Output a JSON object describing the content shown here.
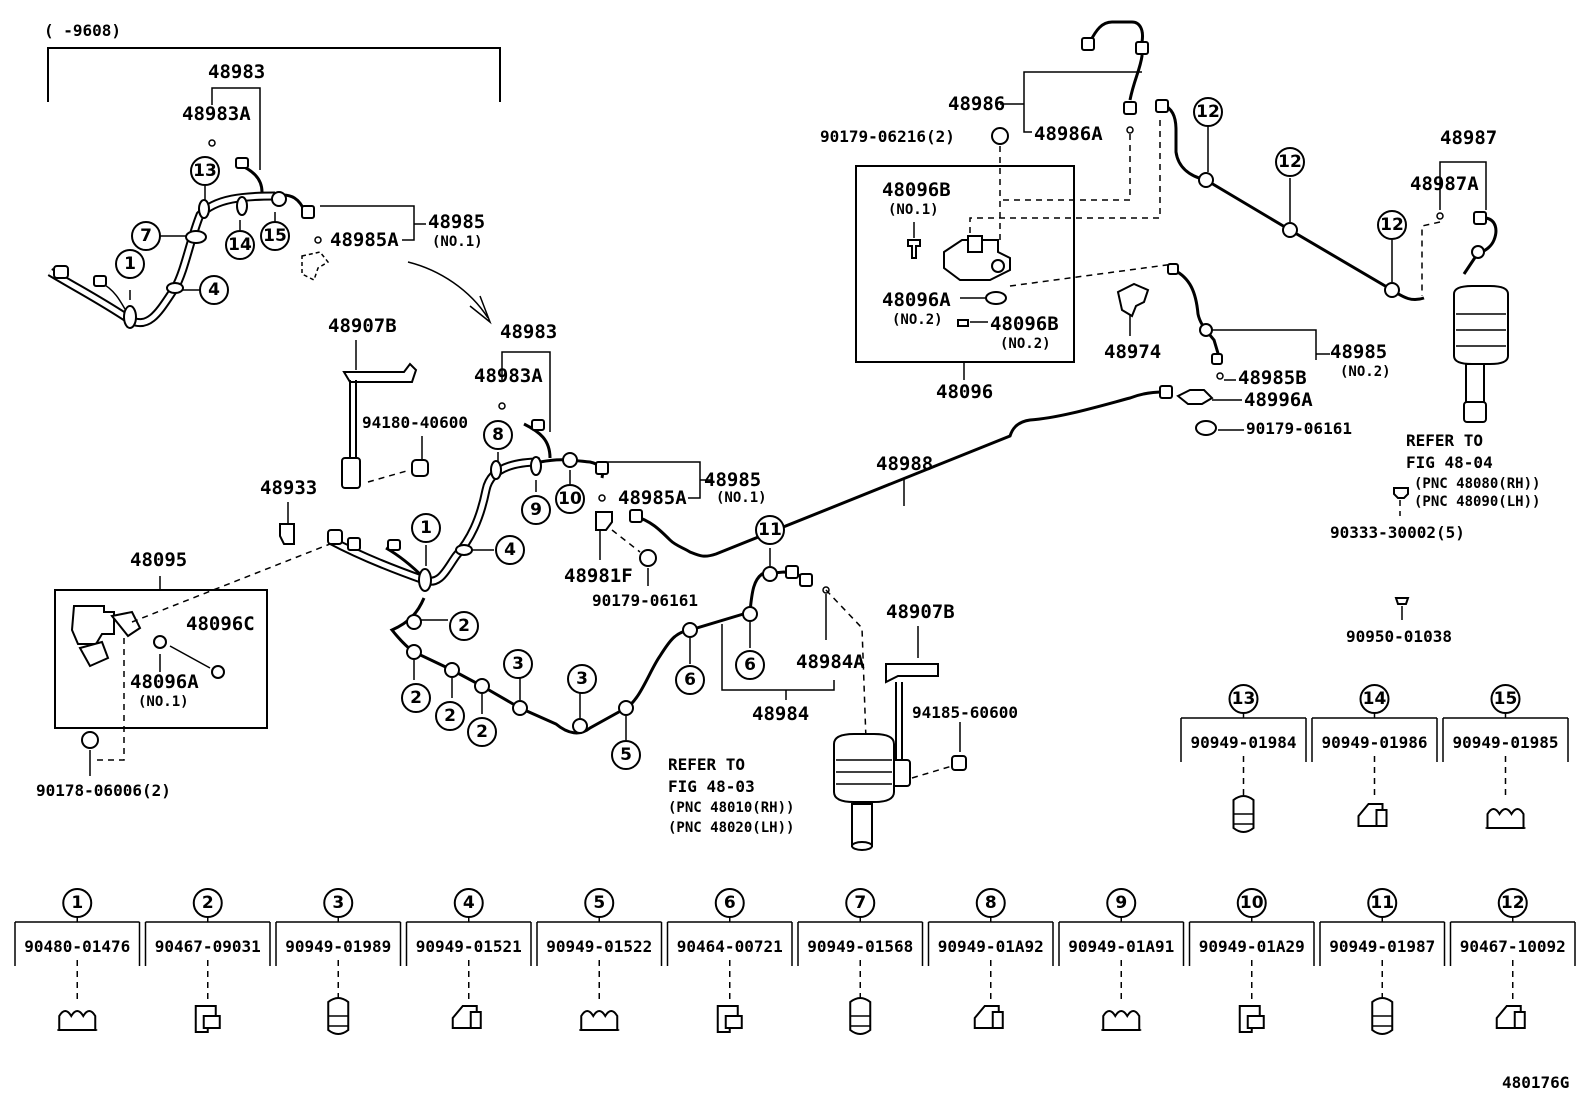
{
  "diagram_code": "480176G",
  "date_range": "(      -9608)",
  "upper_left": {
    "group": "48983",
    "hose_a": "48983A",
    "hose_group": "48985",
    "hose_group_note": "(NO.1)",
    "hose_a2": "48985A"
  },
  "labels": {
    "p48907B_1": "48907B",
    "p94180": "94180-40600",
    "p48933": "48933",
    "p48983": "48983",
    "p48983A": "48983A",
    "p48985": "48985",
    "p48985_no1": "(NO.1)",
    "p48985A": "48985A",
    "p48981F": "48981F",
    "p90179_a": "90179-06161",
    "p48095": "48095",
    "p48096C": "48096C",
    "p48096A_1": "48096A",
    "p48096A_1_note": "(NO.1)",
    "p90178": "90178-06006(2)",
    "p48988": "48988",
    "p48984A": "48984A",
    "p48984": "48984",
    "p48907B_2": "48907B",
    "p94185": "94185-60600",
    "ref_front_1": "REFER TO",
    "ref_front_2": "FIG 48-03",
    "ref_front_3": "(PNC 48010(RH))",
    "ref_front_4": "(PNC 48020(LH))",
    "p48986": "48986",
    "p48986A": "48986A",
    "p90179_06216": "90179-06216(2)",
    "p48096B_1": "48096B",
    "p48096B_1_note": "(NO.1)",
    "p48096A_2": "48096A",
    "p48096A_2_note": "(NO.2)",
    "p48096B_2": "48096B",
    "p48096B_2_note": "(NO.2)",
    "p48096": "48096",
    "p48974": "48974",
    "p48985_2": "48985",
    "p48985_no2": "(NO.2)",
    "p48985B": "48985B",
    "p48996A": "48996A",
    "p90179_b": "90179-06161",
    "p48987": "48987",
    "p48987A": "48987A",
    "ref_rear_1": "REFER TO",
    "ref_rear_2": "FIG 48-04",
    "ref_rear_3": "(PNC 48080(RH))",
    "ref_rear_4": "(PNC 48090(LH))",
    "p90333": "90333-30002(5)",
    "p90950": "90950-01038"
  },
  "clamps_top": [
    {
      "num": "13",
      "part": "90949-01984"
    },
    {
      "num": "14",
      "part": "90949-01986"
    },
    {
      "num": "15",
      "part": "90949-01985"
    }
  ],
  "clamps_bottom": [
    {
      "num": "1",
      "part": "90480-01476"
    },
    {
      "num": "2",
      "part": "90467-09031"
    },
    {
      "num": "3",
      "part": "90949-01989"
    },
    {
      "num": "4",
      "part": "90949-01521"
    },
    {
      "num": "5",
      "part": "90949-01522"
    },
    {
      "num": "6",
      "part": "90464-00721"
    },
    {
      "num": "7",
      "part": "90949-01568"
    },
    {
      "num": "8",
      "part": "90949-01A92"
    },
    {
      "num": "9",
      "part": "90949-01A91"
    },
    {
      "num": "10",
      "part": "90949-01A29"
    },
    {
      "num": "11",
      "part": "90949-01987"
    },
    {
      "num": "12",
      "part": "90467-10092"
    }
  ]
}
